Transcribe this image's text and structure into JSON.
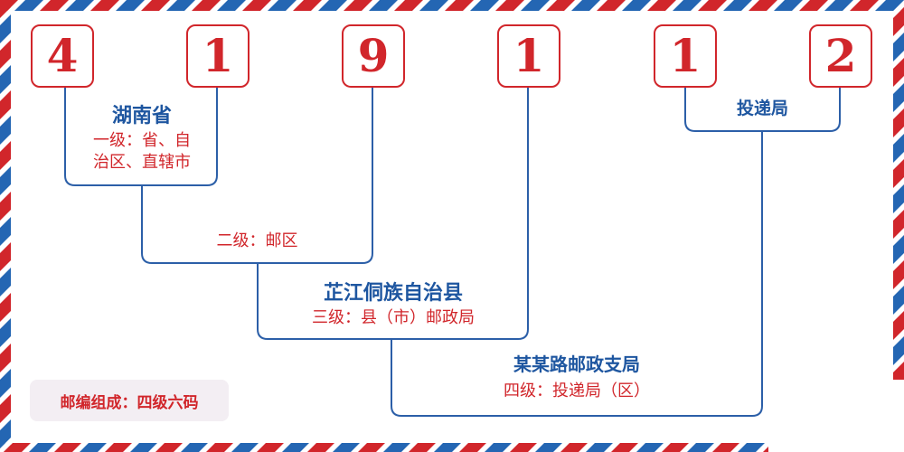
{
  "digits": [
    "4",
    "1",
    "9",
    "1",
    "1",
    "2"
  ],
  "level1": {
    "name": "湖南省",
    "desc_line1": "一级：省、自",
    "desc_line2": "治区、直辖市"
  },
  "level2": {
    "desc": "二级：邮区"
  },
  "level3": {
    "name": "芷江侗族自治县",
    "desc": "三级：县（市）邮政局"
  },
  "level4": {
    "name": "某某路邮政支局",
    "desc": "四级：投递局（区）"
  },
  "delivery": {
    "name": "投递局"
  },
  "badge": {
    "text": "邮编组成：四级六码"
  },
  "colors": {
    "red": "#d1262b",
    "blue": "#1e56a0",
    "border_stripe_red": "#d1262b",
    "border_stripe_blue": "#2466b3"
  }
}
